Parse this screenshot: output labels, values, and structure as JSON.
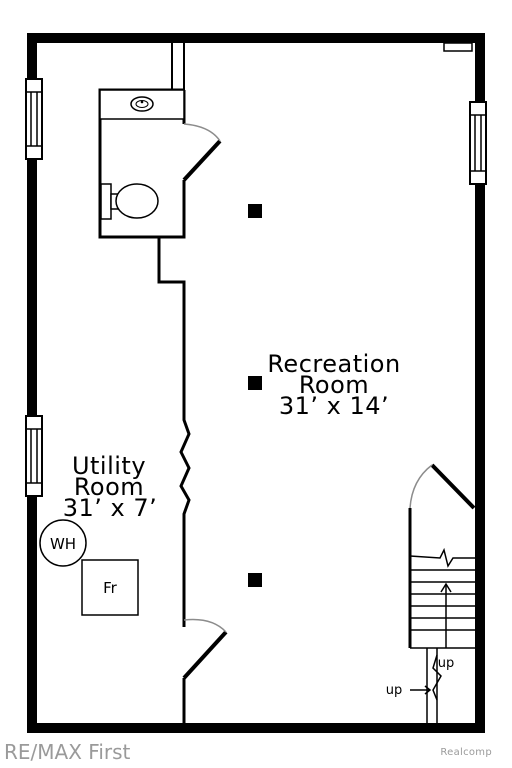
{
  "rooms": {
    "recreation": {
      "name_line1": "Recreation",
      "name_line2": "Room",
      "dimensions": "31’ x 14’"
    },
    "utility": {
      "name_line1": "Utility",
      "name_line2": "Room",
      "dimensions": "31’ x 7’"
    }
  },
  "fixtures": {
    "water_heater": "WH",
    "furnace": "Fr"
  },
  "stairs": {
    "up_label_1": "up",
    "up_label_2": "up"
  },
  "watermarks": {
    "left": "RE/MAX First",
    "right": "Realcomp"
  },
  "colors": {
    "walls": "#000000",
    "door_swing": "#8c8c8c",
    "watermark": "#9a9a9a"
  }
}
